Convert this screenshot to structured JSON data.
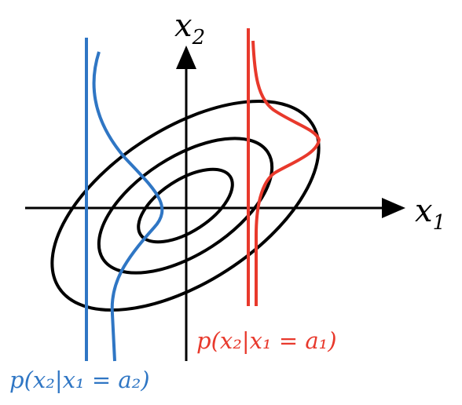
{
  "axes": {
    "x_label_main": "x",
    "x_label_sub": "1",
    "y_label_main": "x",
    "y_label_sub": "2"
  },
  "conditionals": {
    "red": {
      "color": "#e8392c",
      "label": "p(x₂|x₁ = a₁)"
    },
    "blue": {
      "color": "#2f76c4",
      "label": "p(x₂|x₁ = a₂)"
    }
  },
  "contour_color": "#000000",
  "contour_count": 3
}
